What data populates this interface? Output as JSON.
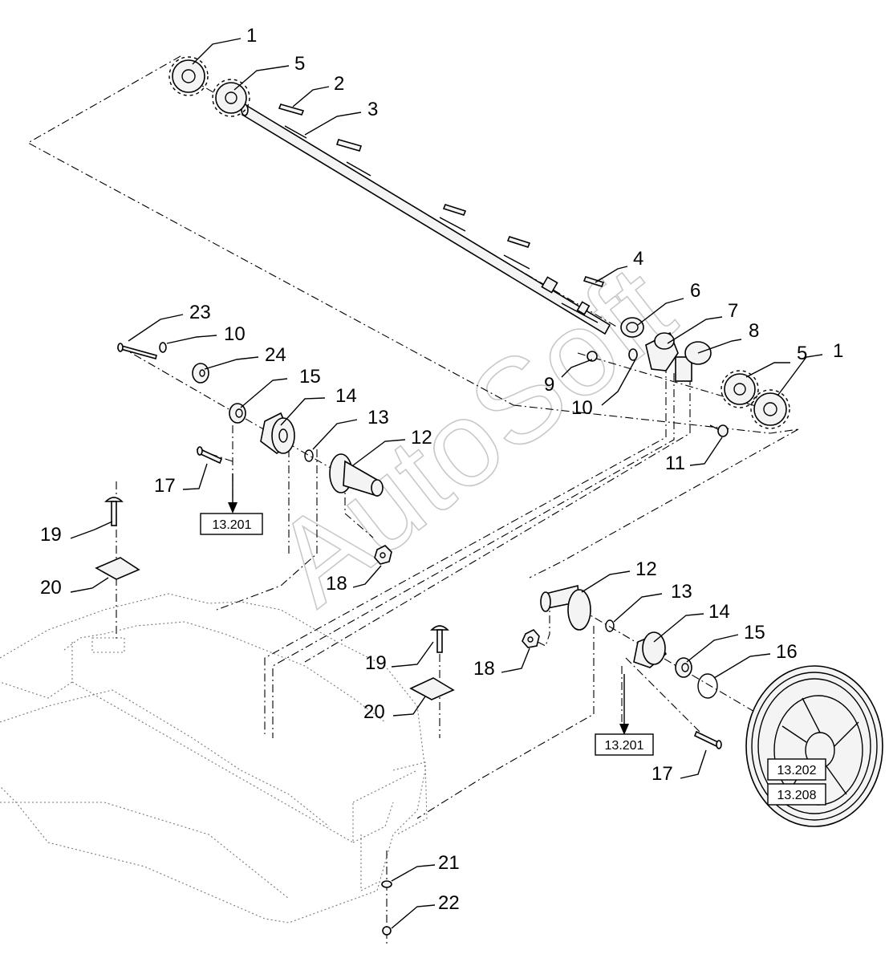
{
  "callouts": [
    {
      "id": "c1a",
      "text": "1"
    },
    {
      "id": "c5a",
      "text": "5"
    },
    {
      "id": "c2",
      "text": "2"
    },
    {
      "id": "c3",
      "text": "3"
    },
    {
      "id": "c4",
      "text": "4"
    },
    {
      "id": "c6",
      "text": "6"
    },
    {
      "id": "c7",
      "text": "7"
    },
    {
      "id": "c8",
      "text": "8"
    },
    {
      "id": "c5b",
      "text": "5"
    },
    {
      "id": "c1b",
      "text": "1"
    },
    {
      "id": "c9",
      "text": "9"
    },
    {
      "id": "c10a",
      "text": "10"
    },
    {
      "id": "c10b",
      "text": "10"
    },
    {
      "id": "c11",
      "text": "11"
    },
    {
      "id": "c23",
      "text": "23"
    },
    {
      "id": "c24",
      "text": "24"
    },
    {
      "id": "c15a",
      "text": "15"
    },
    {
      "id": "c14a",
      "text": "14"
    },
    {
      "id": "c13a",
      "text": "13"
    },
    {
      "id": "c12a",
      "text": "12"
    },
    {
      "id": "c17a",
      "text": "17"
    },
    {
      "id": "c19a",
      "text": "19"
    },
    {
      "id": "c20a",
      "text": "20"
    },
    {
      "id": "c18a",
      "text": "18"
    },
    {
      "id": "c12b",
      "text": "12"
    },
    {
      "id": "c13b",
      "text": "13"
    },
    {
      "id": "c14b",
      "text": "14"
    },
    {
      "id": "c15b",
      "text": "15"
    },
    {
      "id": "c16",
      "text": "16"
    },
    {
      "id": "c19b",
      "text": "19"
    },
    {
      "id": "c18b",
      "text": "18"
    },
    {
      "id": "c20b",
      "text": "20"
    },
    {
      "id": "c17b",
      "text": "17"
    },
    {
      "id": "c21",
      "text": "21"
    },
    {
      "id": "c22",
      "text": "22"
    }
  ],
  "references": {
    "ref_left": "13.201",
    "ref_right": "13.201",
    "ref_wheel_top": "13.202",
    "ref_wheel_bottom": "13.208"
  },
  "watermark": "AutoSoft"
}
